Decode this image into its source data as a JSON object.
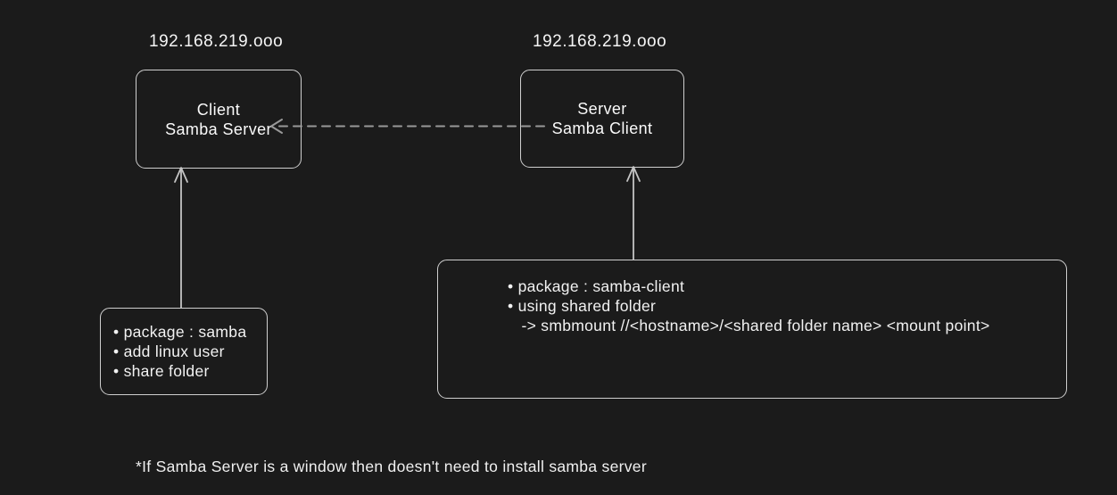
{
  "colors": {
    "background": "#1b1b1b",
    "box_border": "#cfcfcf",
    "text": "#f2f2f2",
    "dashed_connector": "#999999",
    "solid_arrow": "#c4c4c4"
  },
  "nodes": {
    "client": {
      "ip": "192.168.219.ooo",
      "line1": "Client",
      "line2": "Samba Server"
    },
    "server": {
      "ip": "192.168.219.ooo",
      "line1": "Server",
      "line2": "Samba Client"
    }
  },
  "notes": {
    "client_setup": {
      "items": [
        "• package : samba",
        "• add linux user",
        "• share folder"
      ]
    },
    "server_setup": {
      "items": [
        "• package : samba-client",
        "• using shared folder",
        "   -> smbmount //<hostname>/<shared folder name> <mount point>"
      ]
    }
  },
  "footnote": {
    "text": "*If Samba Server is a window then doesn't need to install samba server"
  }
}
